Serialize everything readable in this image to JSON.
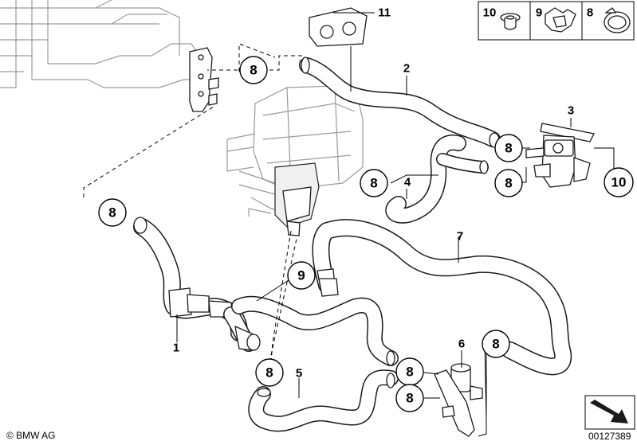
{
  "diagram": {
    "parts": [
      {
        "num": "1"
      },
      {
        "num": "2"
      },
      {
        "num": "3"
      },
      {
        "num": "4"
      },
      {
        "num": "5"
      },
      {
        "num": "6"
      },
      {
        "num": "7"
      },
      {
        "num": "11"
      }
    ],
    "callouts": [
      {
        "num": "8"
      },
      {
        "num": "8"
      },
      {
        "num": "8"
      },
      {
        "num": "8"
      },
      {
        "num": "8"
      },
      {
        "num": "8"
      },
      {
        "num": "8"
      },
      {
        "num": "8"
      },
      {
        "num": "9"
      },
      {
        "num": "10"
      }
    ],
    "legend": [
      {
        "num": "10",
        "icon": "grommet-icon"
      },
      {
        "num": "9",
        "icon": "hose-clip-icon"
      },
      {
        "num": "8",
        "icon": "hose-clamp-icon"
      }
    ]
  },
  "footer": {
    "brand": "© BMW AG",
    "diagram_id": "00127389"
  },
  "colors": {
    "line": "#1a1a1a",
    "ghost": "#9a9a9a",
    "background": "#ffffff"
  }
}
